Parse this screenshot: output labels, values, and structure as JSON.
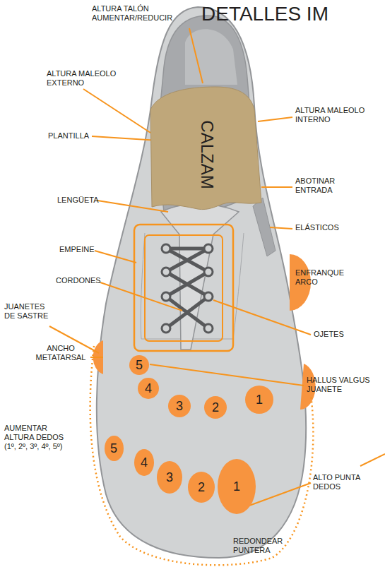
{
  "diagram": {
    "title": "DETALLES IM",
    "nodes": [
      {
        "text": [
          "CALZAM"
        ]
      },
      {
        "text": [
          "5"
        ]
      },
      {
        "text": [
          "4"
        ]
      },
      {
        "text": [
          "3"
        ]
      },
      {
        "text": [
          "2"
        ]
      },
      {
        "text": [
          "1"
        ]
      },
      {
        "text": [
          "5"
        ]
      },
      {
        "text": [
          "4"
        ]
      },
      {
        "text": [
          "3"
        ]
      },
      {
        "text": [
          "2"
        ]
      },
      {
        "text": [
          "1"
        ]
      }
    ],
    "labels": [
      "ALTURA TALÓN AUMENTAR/REDUCIR",
      "ALTURA MALEOLO EXTERNO",
      "PLANTILLA",
      "LENGÜETA",
      "EMPEINE",
      "CORDONES",
      "JUANETES DE SASTRE",
      "ANCHO METATARSAL",
      "AUMENTAR ALTURA DEDOS (1º, 2º, 3º, 4º, 5º)",
      "ALTURA MALEOLO INTERNO",
      "ABOTINAR ENTRADA",
      "ELÁSTICOS",
      "ENFRANQUE ARCO",
      "OJETES",
      "HALLUS VALGUS JUANETE",
      "ALTO PUNTA DEDOS",
      "REDONDEAR PUNTERA"
    ]
  }
}
